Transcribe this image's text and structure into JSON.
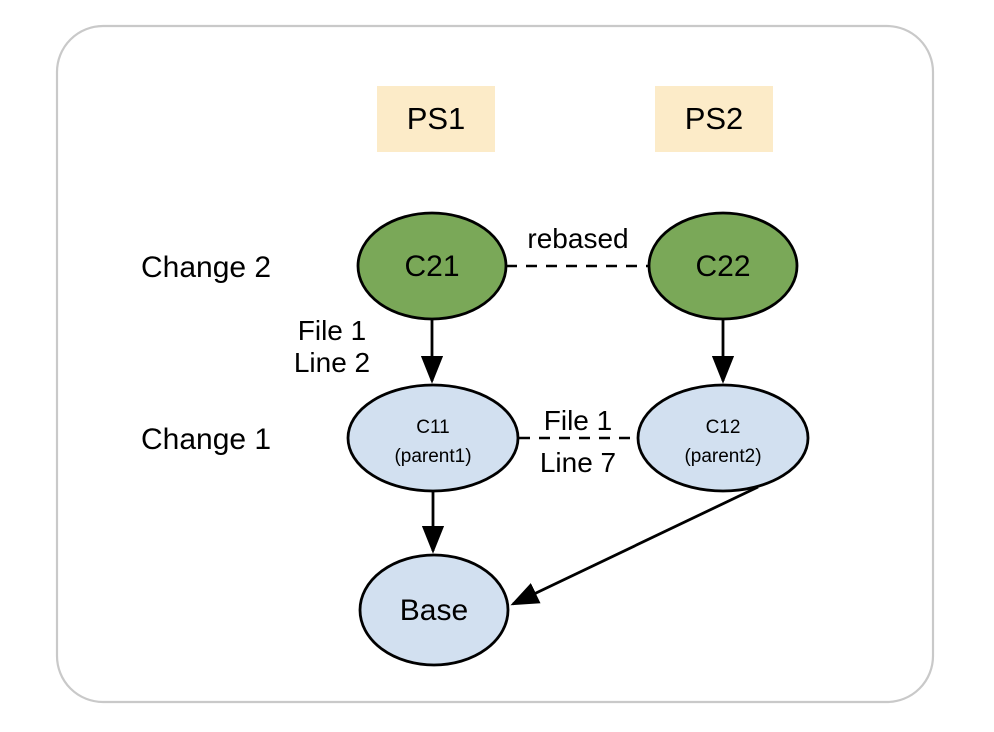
{
  "diagram": {
    "title_boxes": [
      {
        "id": "ps1",
        "label": "PS1"
      },
      {
        "id": "ps2",
        "label": "PS2"
      }
    ],
    "row_labels": [
      {
        "id": "change2",
        "label": "Change 2"
      },
      {
        "id": "change1",
        "label": "Change 1"
      }
    ],
    "nodes": [
      {
        "id": "c21",
        "label": "C21",
        "sublabel": "",
        "color": "#7AA858"
      },
      {
        "id": "c22",
        "label": "C22",
        "sublabel": "",
        "color": "#7AA858"
      },
      {
        "id": "c11",
        "label": "C11",
        "sublabel": "(parent1)",
        "color": "#D2E0F0"
      },
      {
        "id": "c12",
        "label": "C12",
        "sublabel": "(parent2)",
        "color": "#D2E0F0"
      },
      {
        "id": "base",
        "label": "Base",
        "sublabel": "",
        "color": "#D2E0F0"
      }
    ],
    "edge_labels": [
      {
        "id": "rebased",
        "label": "rebased"
      },
      {
        "id": "file1-line2-a",
        "label": "File 1"
      },
      {
        "id": "file1-line2-b",
        "label": "Line 2"
      },
      {
        "id": "file1-line7-a",
        "label": "File 1"
      },
      {
        "id": "file1-line7-b",
        "label": "Line 7"
      }
    ],
    "colors": {
      "green_fill": "#7AA858",
      "blue_fill": "#D2E0F0",
      "cream_fill": "#FCEBC8",
      "stroke": "#000000",
      "frame_stroke": "#C9C9C9"
    }
  }
}
